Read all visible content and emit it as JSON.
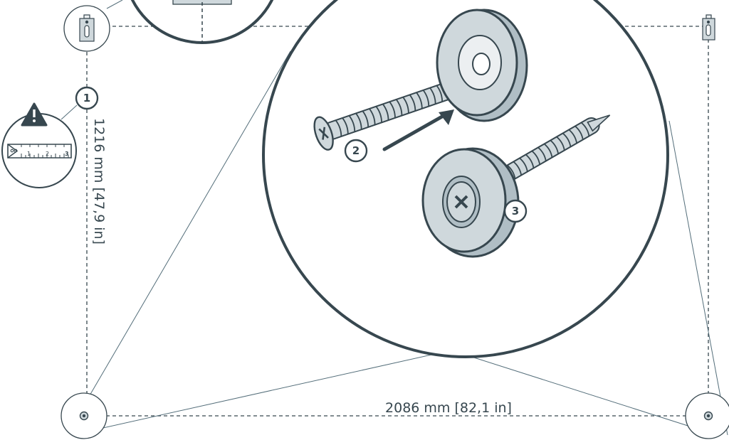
{
  "dimensions": {
    "width_label": "2086 mm [82,1 in]",
    "height_label": "1216 mm [47,9 in]"
  },
  "steps": {
    "step1": "1",
    "step2": "2",
    "step3": "3"
  },
  "tape_measure_marks": [
    "1",
    "2",
    "3"
  ],
  "icons": [
    "wall-bracket-icon",
    "warning-icon",
    "tape-measure-icon",
    "screw-icon",
    "washer-icon",
    "anchor-point-icon",
    "arrow-icon"
  ],
  "colors": {
    "line": "#37474f",
    "metal_fill": "#cfd8dc",
    "metal_light": "#eceff1",
    "background": "#ffffff"
  }
}
